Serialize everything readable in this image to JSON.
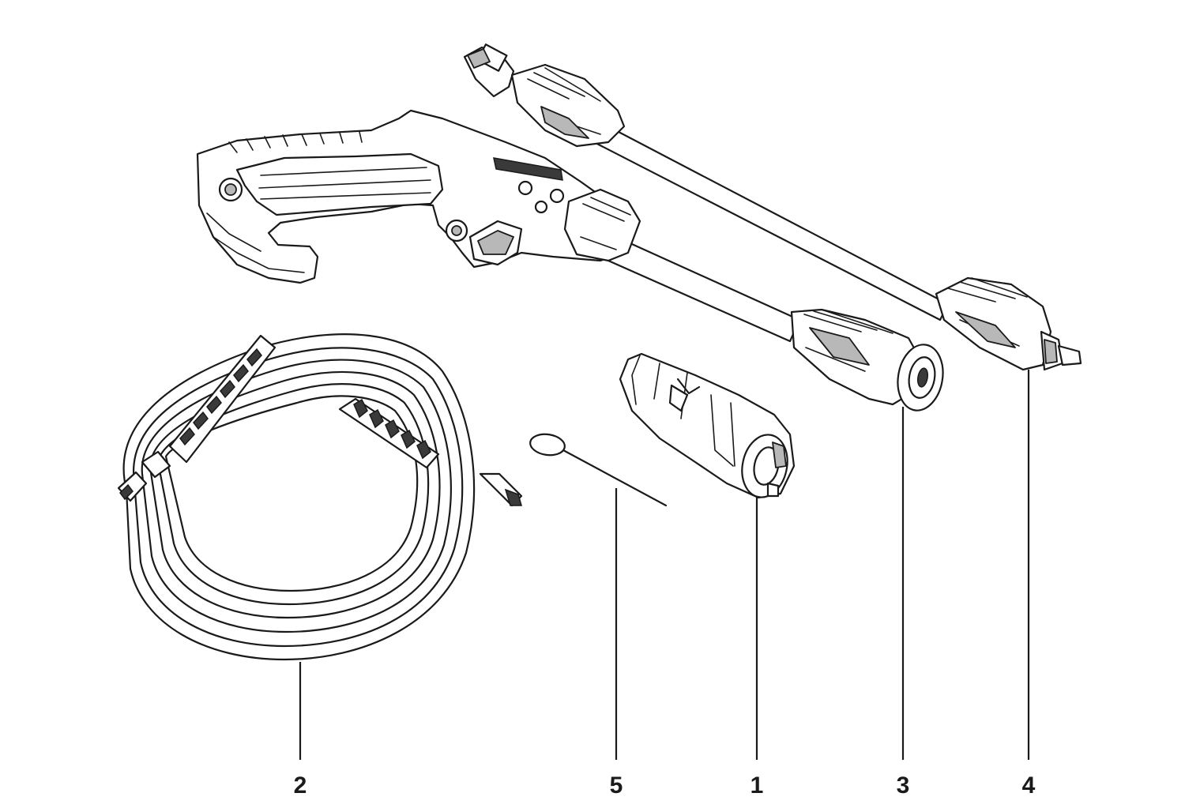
{
  "callouts": [
    {
      "id": "2",
      "label": "2"
    },
    {
      "id": "5",
      "label": "5"
    },
    {
      "id": "1",
      "label": "1"
    },
    {
      "id": "3",
      "label": "3"
    },
    {
      "id": "4",
      "label": "4"
    }
  ],
  "colors": {
    "ink": "#1a1a1a",
    "paper": "#ffffff",
    "shade": "#b8b8b8"
  }
}
